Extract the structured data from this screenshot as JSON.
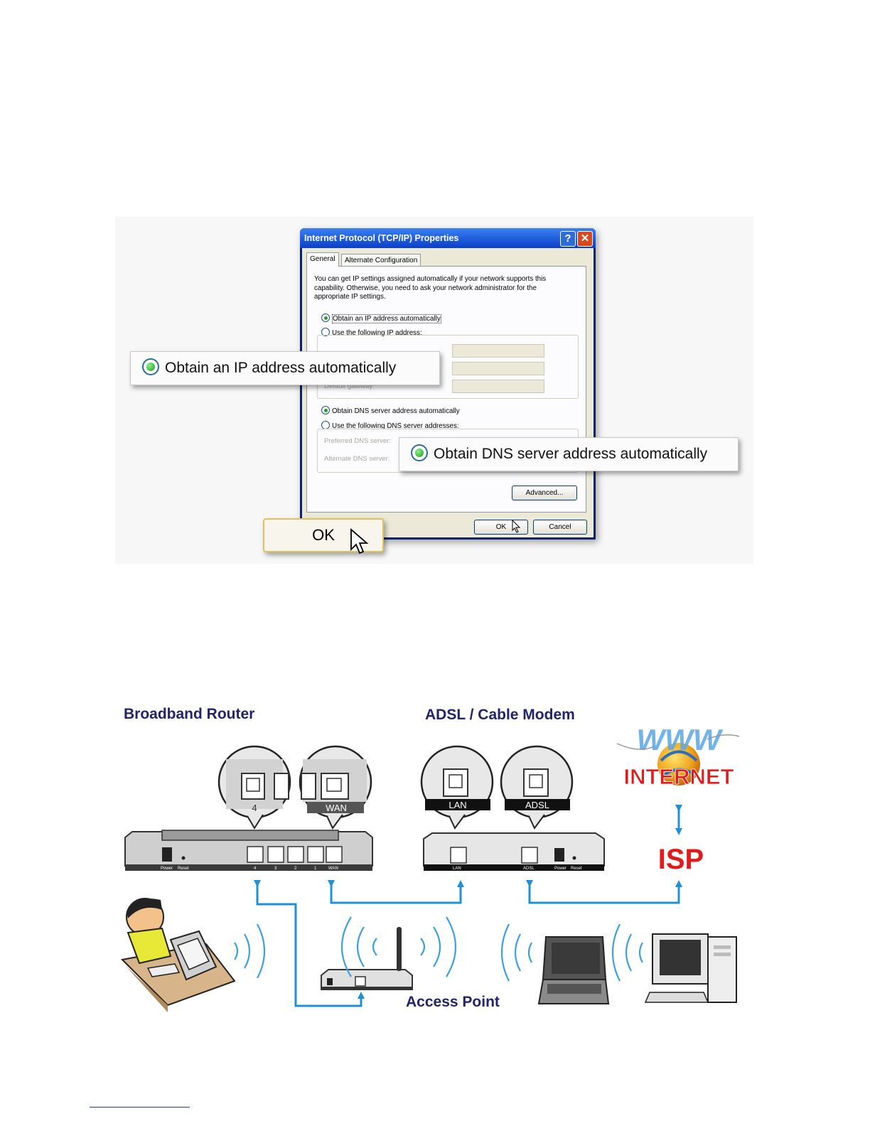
{
  "dialog": {
    "title": "Internet Protocol (TCP/IP) Properties",
    "help_glyph": "?",
    "close_glyph": "✕",
    "tabs": [
      "General",
      "Alternate Configuration"
    ],
    "intro": "You can get IP settings assigned automatically if your network supports this capability. Otherwise, you need to ask your network administrator for the appropriate IP settings.",
    "radio_ip_auto": "Obtain an IP address automatically",
    "radio_ip_manual": "Use the following IP address:",
    "dim_gateway": "Default gateway:",
    "radio_dns_auto": "Obtain DNS server address automatically",
    "radio_dns_manual": "Use the following DNS server addresses:",
    "dim_preferred": "Preferred DNS server:",
    "dim_alternate": "Alternate DNS server:",
    "advanced_label": "Advanced...",
    "ok_label": "OK",
    "cancel_label": "Cancel"
  },
  "callouts": {
    "ip": "Obtain an IP address automatically",
    "dns": "Obtain DNS server address automatically",
    "ok": "OK"
  },
  "diagram": {
    "router_title": "Broadband Router",
    "modem_title": "ADSL / Cable Modem",
    "internet_label": "INTERNET",
    "www_label": "WWW",
    "isp_label": "ISP",
    "access_point_label": "Access Point",
    "router_ports": [
      "4",
      "WAN"
    ],
    "modem_ports": [
      "LAN",
      "ADSL"
    ],
    "router_small_labels": [
      "Power",
      "Reset",
      "4",
      "3",
      "2",
      "1",
      "WAN"
    ],
    "modem_small_labels": [
      "LAN",
      "ADSL",
      "Power",
      "Reset"
    ],
    "colors": {
      "title": "#23236b",
      "arrow": "#1e90d6",
      "isp": "#e01b1b"
    }
  }
}
